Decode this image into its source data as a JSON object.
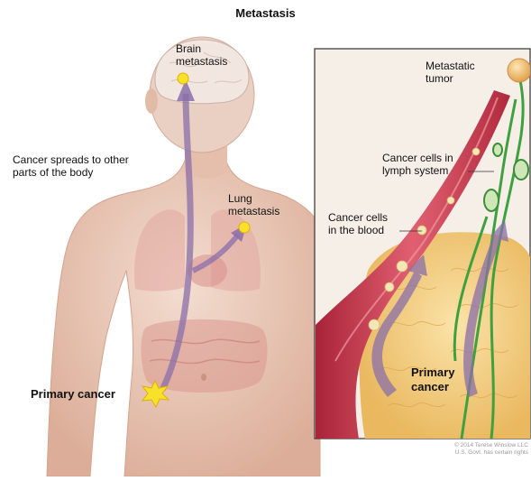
{
  "title": "Metastasis",
  "body_label": {
    "line1": "Cancer spreads to other",
    "line2": "parts of the body"
  },
  "markers": {
    "brain": {
      "line1": "Brain",
      "line2": "metastasis"
    },
    "lung": {
      "line1": "Lung",
      "line2": "metastasis"
    },
    "primary": "Primary cancer"
  },
  "inset": {
    "metastatic_tumor": {
      "line1": "Metastatic",
      "line2": "tumor"
    },
    "lymph": {
      "line1": "Cancer cells in",
      "line2": "lymph system"
    },
    "blood": {
      "line1": "Cancer cells",
      "line2": "in the blood"
    },
    "primary": {
      "line1": "Primary",
      "line2": "cancer"
    }
  },
  "credit": {
    "line1": "© 2014 Terese Winslow LLC",
    "line2": "U.S. Govt. has certain rights"
  },
  "colors": {
    "skin": "#e9c7b6",
    "vessel": "#c9364a",
    "lymph": "#3fa03f",
    "arrow": "#8a6fa8",
    "tumor_tissue": "#f2cf86",
    "cancer_dot": "#f7e12a"
  }
}
